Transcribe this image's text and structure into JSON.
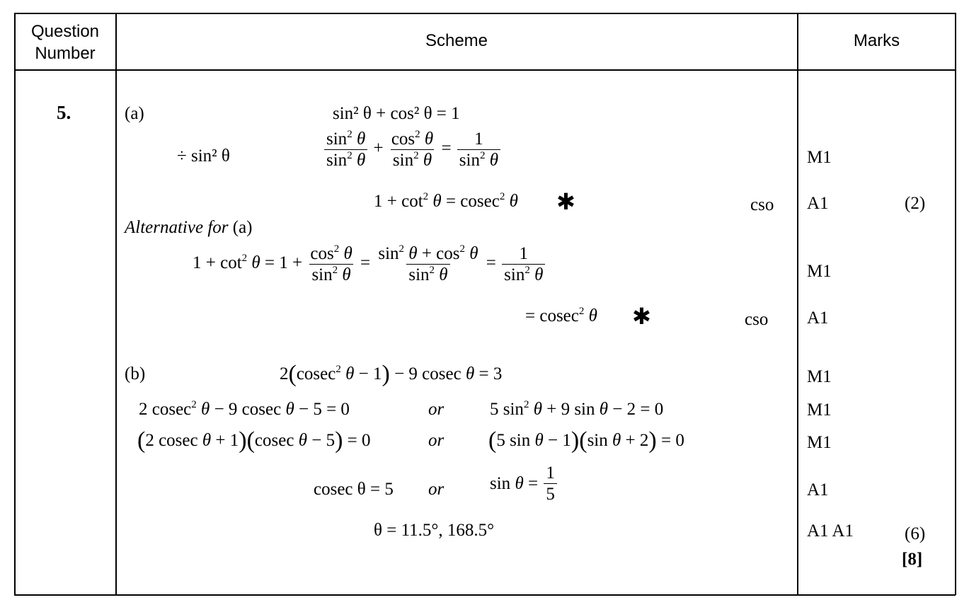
{
  "header": {
    "question_label_1": "Question",
    "question_label_2": "Number",
    "scheme_label": "Scheme",
    "marks_label": "Marks"
  },
  "question": {
    "number": "5."
  },
  "part_a": {
    "label": "(a)",
    "identity": "sin² θ + cos² θ = 1",
    "divide_note": "÷ sin² θ",
    "result_star": "✱",
    "cso": "cso",
    "mark_m1": "M1",
    "mark_a1": "A1",
    "total": "(2)"
  },
  "alternative": {
    "label_italic": "Alternative for",
    "label_part": "(a)",
    "result_star": "✱",
    "cso": "cso",
    "mark_m1": "M1",
    "mark_a1": "A1"
  },
  "part_b": {
    "label": "(b)",
    "or_word": "or",
    "roots_left": "cosec θ = 5",
    "answer": "θ = 11.5°, 168.5°",
    "marks": [
      "M1",
      "M1",
      "M1",
      "A1",
      "A1 A1"
    ],
    "total": "(6)",
    "grand_total": "[8]"
  }
}
